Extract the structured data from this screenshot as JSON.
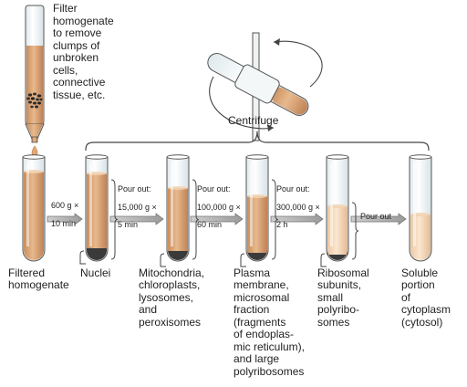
{
  "filter_note": "Filter\nhomogenate\nto remove\nclumps of\nunbroken\ncells,\nconnective\ntissue, etc.",
  "centrifuge_label": "Centrifuge",
  "steps": [
    {
      "line1": "600 g ×",
      "line2": "10 min"
    },
    {
      "line1": "Pour out:",
      "line2": "15,000 g ×",
      "line3": "5 min"
    },
    {
      "line1": "Pour out:",
      "line2": "100,000 g ×",
      "line3": "60 min"
    },
    {
      "line1": "Pour out:",
      "line2": "300,000 g ×",
      "line3": "2 h"
    },
    {
      "line1": "Pour out"
    }
  ],
  "tube_labels": [
    "Filtered\nhomogenate",
    "Nuclei",
    "Mitochondria,\nchloroplasts,\nlysosomes,\nand\nperoxisomes",
    "Plasma\nmembrane,\nmicrosomal\nfraction\n(fragments\nof endoplas-\nmic reticulum),\nand large\npolyribosomes",
    "Ribosomal\nsubunits,\nsmall\npolyribo-\nsomes",
    "Soluble\nportion\nof\ncytoplasm\n(cytosol)"
  ],
  "colors": {
    "liquid": "#d9a577",
    "liquid_light": "#f3d8bb",
    "pellet": "#3a3a3a",
    "glass": "#eef4f6",
    "outline": "#555555",
    "arrow": "#888888"
  }
}
